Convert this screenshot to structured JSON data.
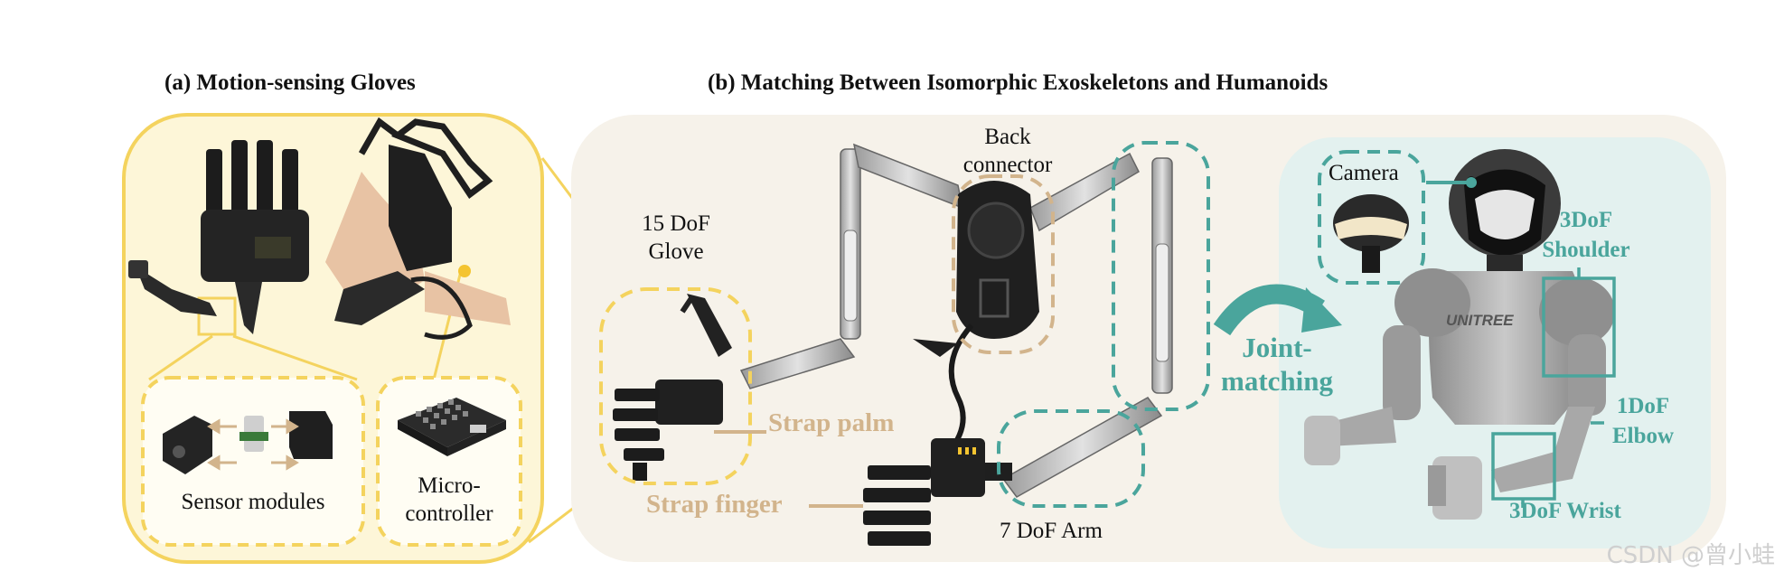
{
  "panel_a": {
    "title": "(a) Motion-sensing Gloves",
    "sensor_modules_label": "Sensor modules",
    "microcontroller_label_line1": "Micro-",
    "microcontroller_label_line2": "controller"
  },
  "panel_b": {
    "title": "(b) Matching Between Isomorphic Exoskeletons and Humanoids",
    "glove_label_line1": "15 DoF",
    "glove_label_line2": "Glove",
    "back_connector_line1": "Back",
    "back_connector_line2": "connector",
    "strap_palm": "Strap palm",
    "strap_finger": "Strap finger",
    "arm_label": "7 DoF Arm",
    "joint_matching_line1": "Joint-",
    "joint_matching_line2": "matching",
    "camera_label": "Camera",
    "shoulder_line1": "3DoF",
    "shoulder_line2": "Shoulder",
    "elbow_line1": "1DoF",
    "elbow_line2": "Elbow",
    "wrist_label": "3DoF Wrist",
    "robot_logo": "UNITREE"
  },
  "watermark": "CSDN @曾小蛙",
  "colors": {
    "yellow": "#f4d35e",
    "yellow_fill": "#fdf6d8",
    "tan": "#d2b48c",
    "tan_fill": "#f6f2ea",
    "teal": "#4aa59c",
    "teal_fill": "#e3f1ef"
  }
}
